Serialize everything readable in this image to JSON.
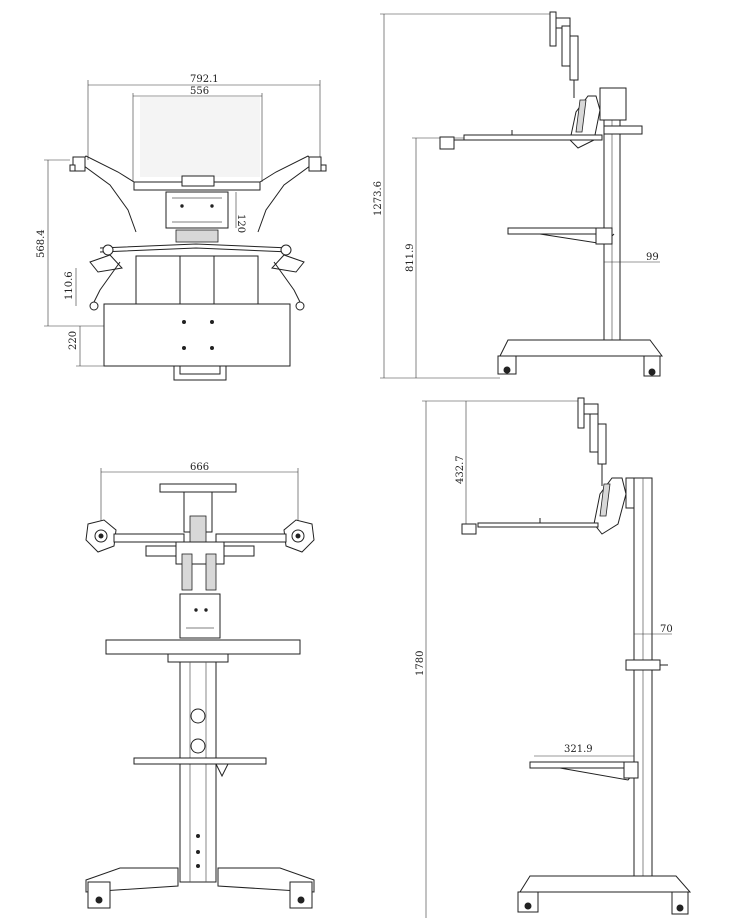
{
  "views": {
    "top": {
      "dims": {
        "overall_width": "792.1",
        "inner_width": "556",
        "depth": "568.4",
        "arm_offset": "110.6",
        "base": "220",
        "plate": "120"
      }
    },
    "side_upper": {
      "dims": {
        "total_height": "1273.6",
        "tray_height": "811.9",
        "post": "99"
      }
    },
    "front": {
      "dims": {
        "arm_span": "666"
      }
    },
    "side_lower": {
      "dims": {
        "total_height": "1780",
        "top_offset": "432.7",
        "post": "70",
        "shelf": "321.9"
      }
    }
  }
}
